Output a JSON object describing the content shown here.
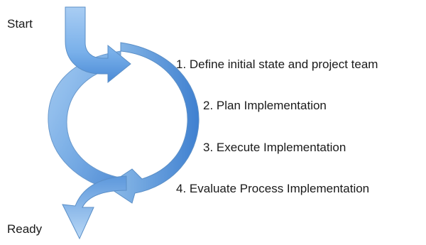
{
  "diagram": {
    "start_label": "Start",
    "end_label": "Ready",
    "steps": [
      {
        "label": "1. Define initial state and project team"
      },
      {
        "label": "2. Plan Implementation"
      },
      {
        "label": "3. Execute Implementation"
      },
      {
        "label": "4. Evaluate Process Implementation"
      }
    ]
  },
  "colors": {
    "arrow_light": "#a9cdf3",
    "arrow_mid": "#6fa8e6",
    "arrow_dark": "#3d7fd0",
    "arrow_stroke": "#5b8fc7"
  }
}
